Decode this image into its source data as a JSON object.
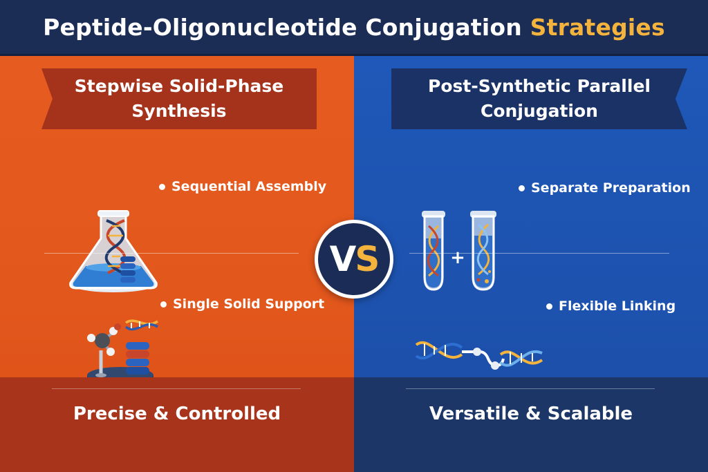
{
  "title": {
    "main": "Peptide-Oligonucleotide Conjugation",
    "accent": "Strategies"
  },
  "left": {
    "heading_line1": "Stepwise Solid-Phase",
    "heading_line2": "Synthesis",
    "features": [
      "Sequential Assembly",
      "Single Solid Support"
    ],
    "footer": "Precise & Controlled",
    "icons": [
      "flask-dna-icon",
      "solid-support-dna-icon"
    ]
  },
  "right": {
    "heading_line1": "Post-Synthetic Parallel",
    "heading_line2": "Conjugation",
    "features": [
      "Separate Preparation",
      "Flexible Linking"
    ],
    "plus_sign": "+",
    "footer": "Versatile & Scalable",
    "icons": [
      "test-tubes-dna-icon",
      "linked-dna-icon"
    ]
  },
  "vs": {
    "v": "V",
    "s": "S"
  },
  "colors": {
    "header": "#1c2d55",
    "accent": "#f3b33d",
    "left_panel": "#e65c20",
    "left_dark": "#a5331c",
    "right_panel": "#1f58b8",
    "right_dark": "#1b3266"
  }
}
